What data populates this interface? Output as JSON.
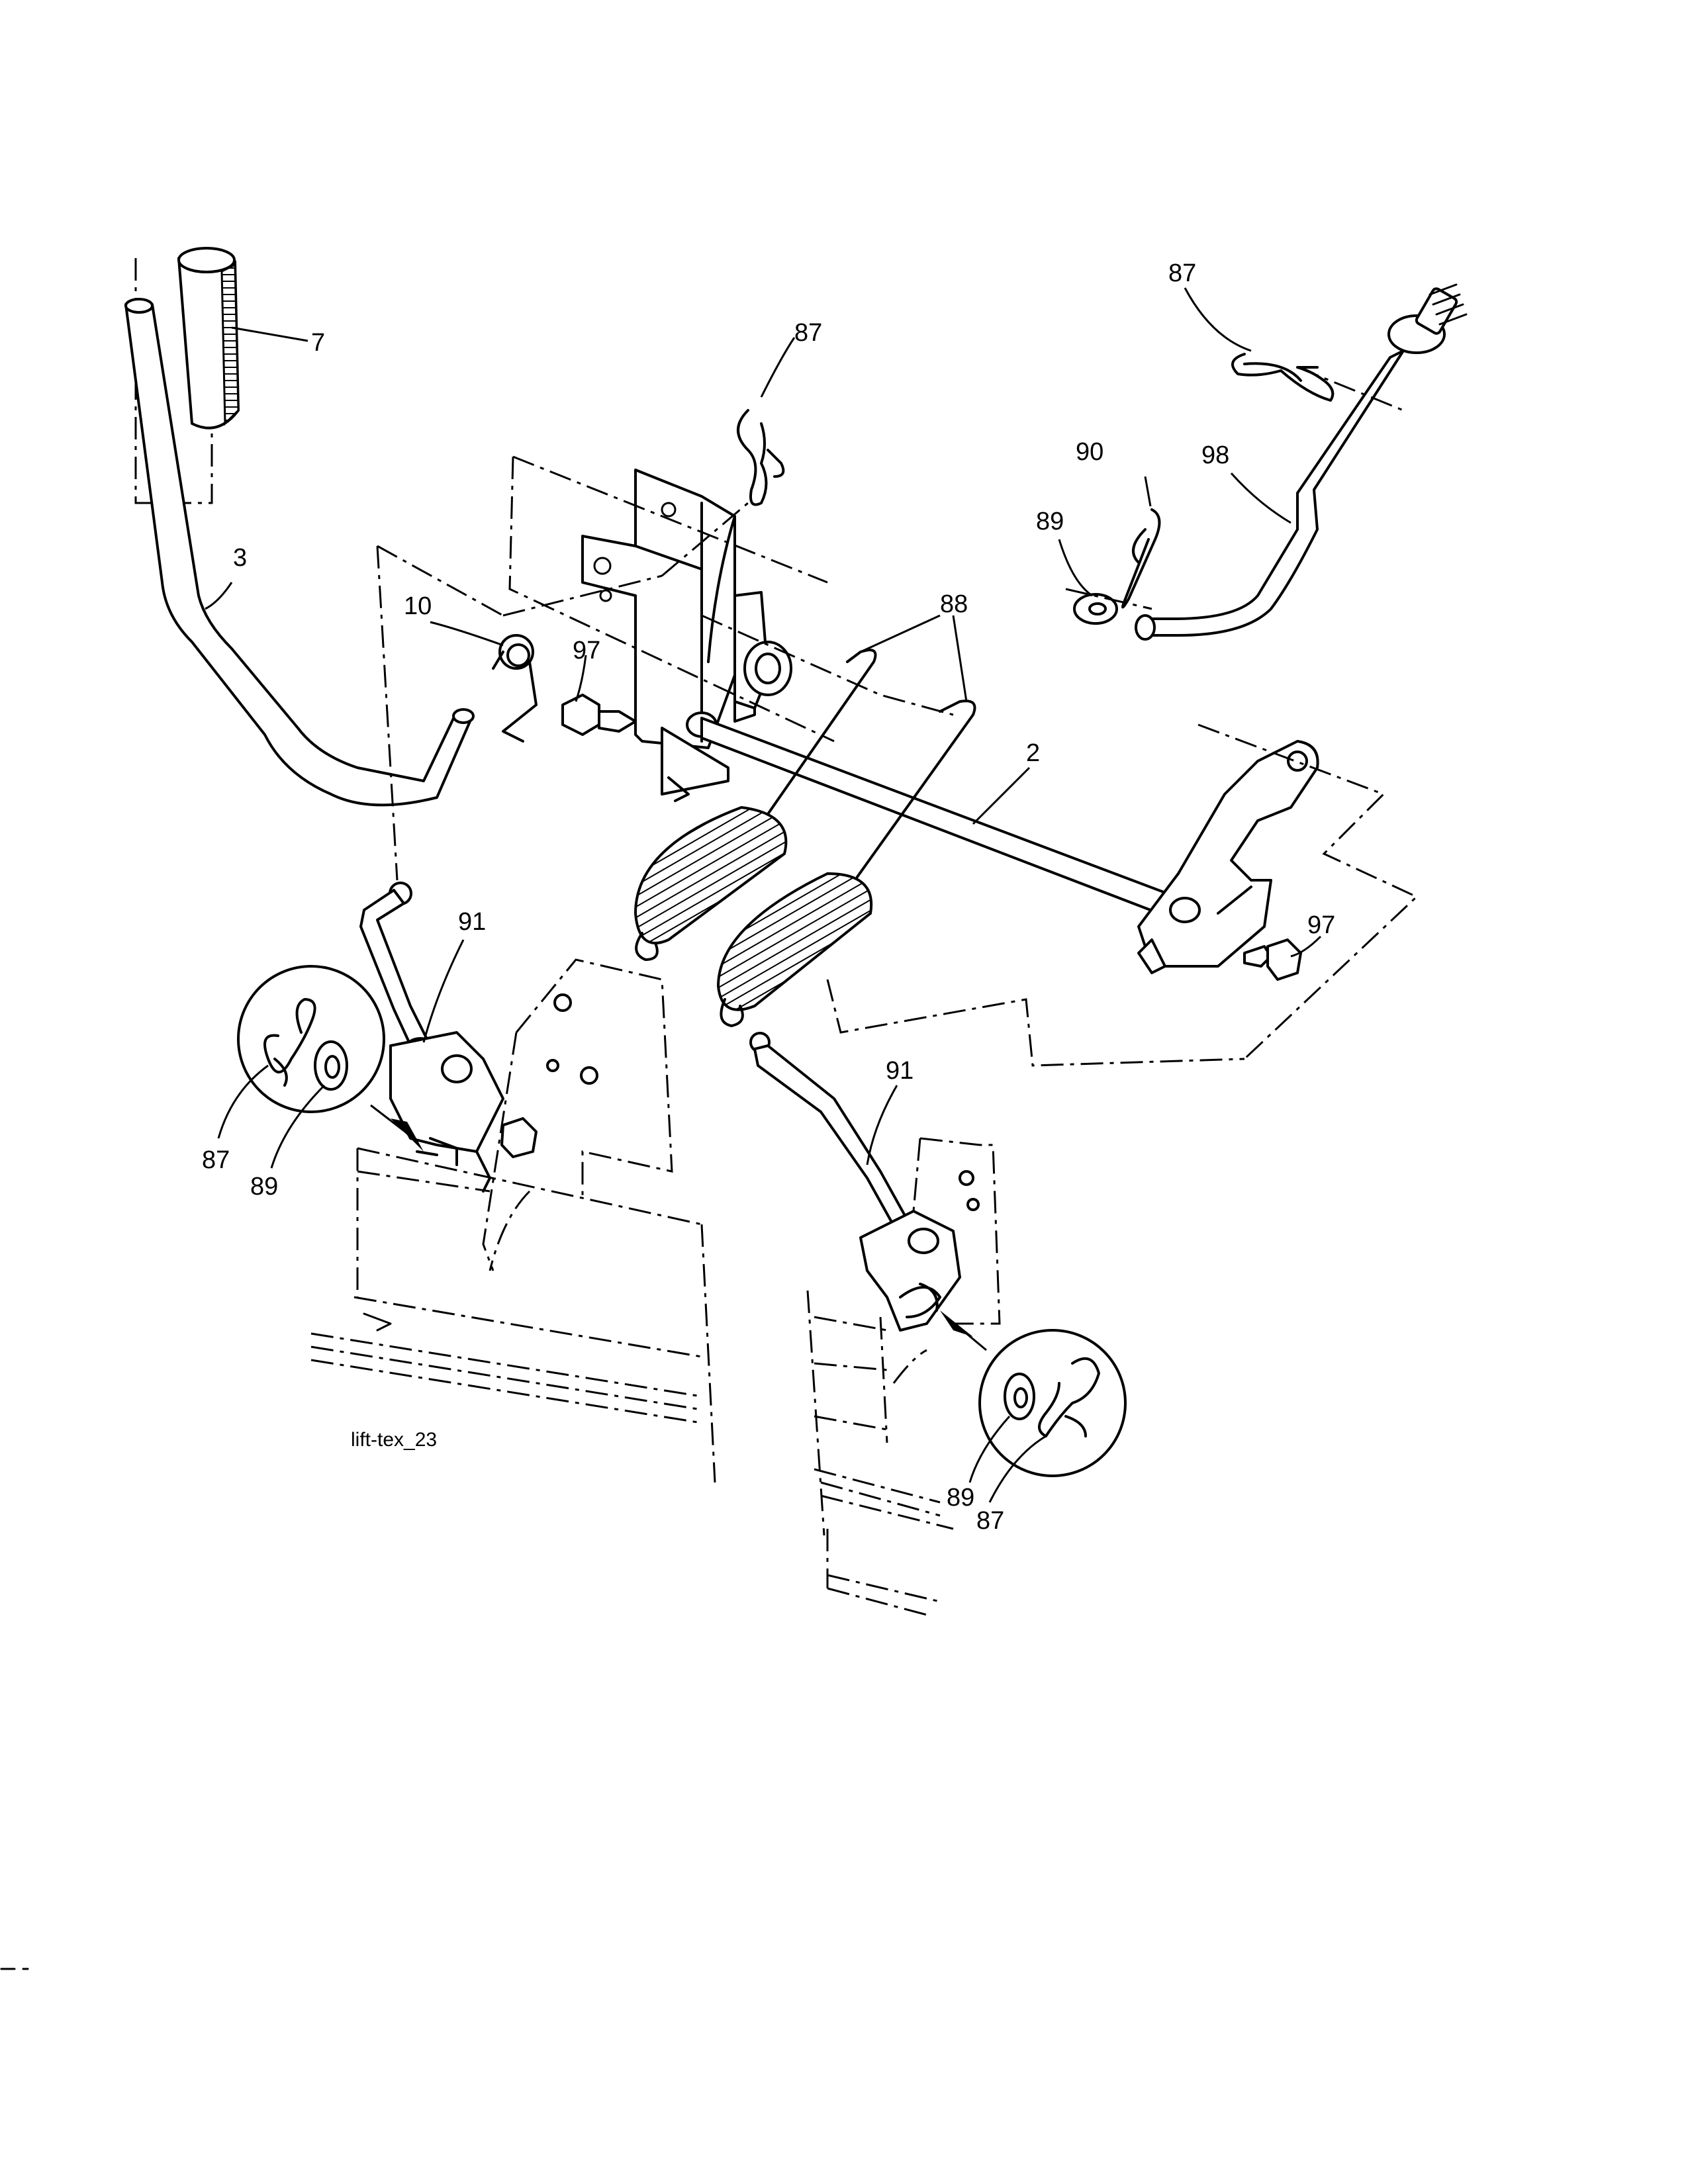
{
  "diagram_id": "lift-tex_23",
  "callouts": {
    "c7": "7",
    "c3": "3",
    "c87_top_center": "87",
    "c87_top_right": "87",
    "c90": "90",
    "c98": "98",
    "c89_right": "89",
    "c10": "10",
    "c97_left": "97",
    "c88": "88",
    "c2": "2",
    "c97_right": "97",
    "c91_left": "91",
    "c91_right": "91",
    "c87_left_inset": "87",
    "c89_left_inset": "89",
    "c89_right_inset": "89",
    "c87_right_inset": "87"
  }
}
